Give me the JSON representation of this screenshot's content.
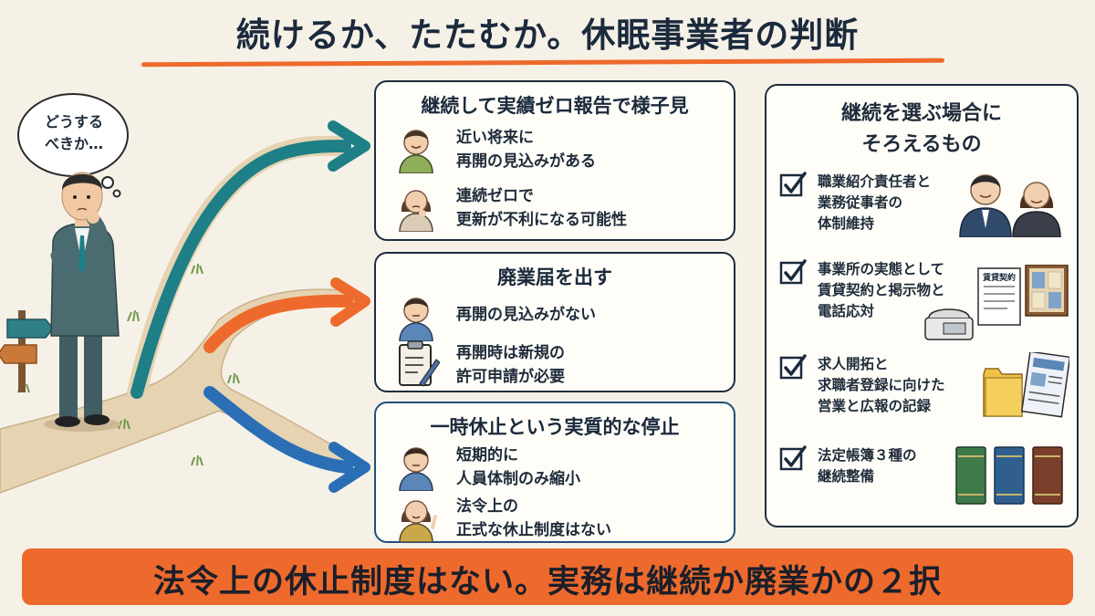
{
  "title": "続けるか、たたむか。休眠事業者の判断",
  "thought_bubble": {
    "line1": "どうする",
    "line2": "べきか…"
  },
  "options": [
    {
      "title": "継続して実績ゼロ報告で様子見",
      "color": "#1f7f86",
      "items": [
        {
          "icon": "man-smiling-icon",
          "lines": [
            "近い将来に",
            "再開の見込みがある"
          ]
        },
        {
          "icon": "woman-worried-icon",
          "lines": [
            "連続ゼロで",
            "更新が不利になる可能性"
          ]
        }
      ]
    },
    {
      "title": "廃業届を出す",
      "color": "#ee6a2c",
      "items": [
        {
          "icon": "man-serious-icon",
          "lines": [
            "再開の見込みがない"
          ]
        },
        {
          "icon": "clipboard-icon",
          "lines": [
            "再開時は新規の",
            "許可申請が必要"
          ]
        }
      ]
    },
    {
      "title": "一時休止という実質的な停止",
      "color": "#2a6fb5",
      "items": [
        {
          "icon": "man-serious-icon",
          "lines": [
            "短期的に",
            "人員体制のみ縮小"
          ]
        },
        {
          "icon": "woman-pointing-icon",
          "lines": [
            "法令上の",
            "正式な休止制度はない"
          ]
        }
      ]
    }
  ],
  "requirements": {
    "title_line1": "継続を選ぶ場合に",
    "title_line2": "そろえるもの",
    "items": [
      {
        "lines": [
          "職業紹介責任者と",
          "業務従事者の",
          "体制維持"
        ],
        "icon": "staff-pair-icon"
      },
      {
        "lines": [
          "事業所の実態として",
          "賃貸契約と掲示物と",
          "電話応対"
        ],
        "icon": "office-documents-icon",
        "doc_label": "賃貸契約"
      },
      {
        "lines": [
          "求人開拓と",
          "求職者登録に向けた",
          "営業と広報の記録"
        ],
        "icon": "folder-records-icon"
      },
      {
        "lines": [
          "法定帳簿３種の",
          "継続整備"
        ],
        "icon": "ledger-books-icon"
      }
    ]
  },
  "conclusion": "法令上の休止制度はない。実務は継続か廃業かの２択"
}
